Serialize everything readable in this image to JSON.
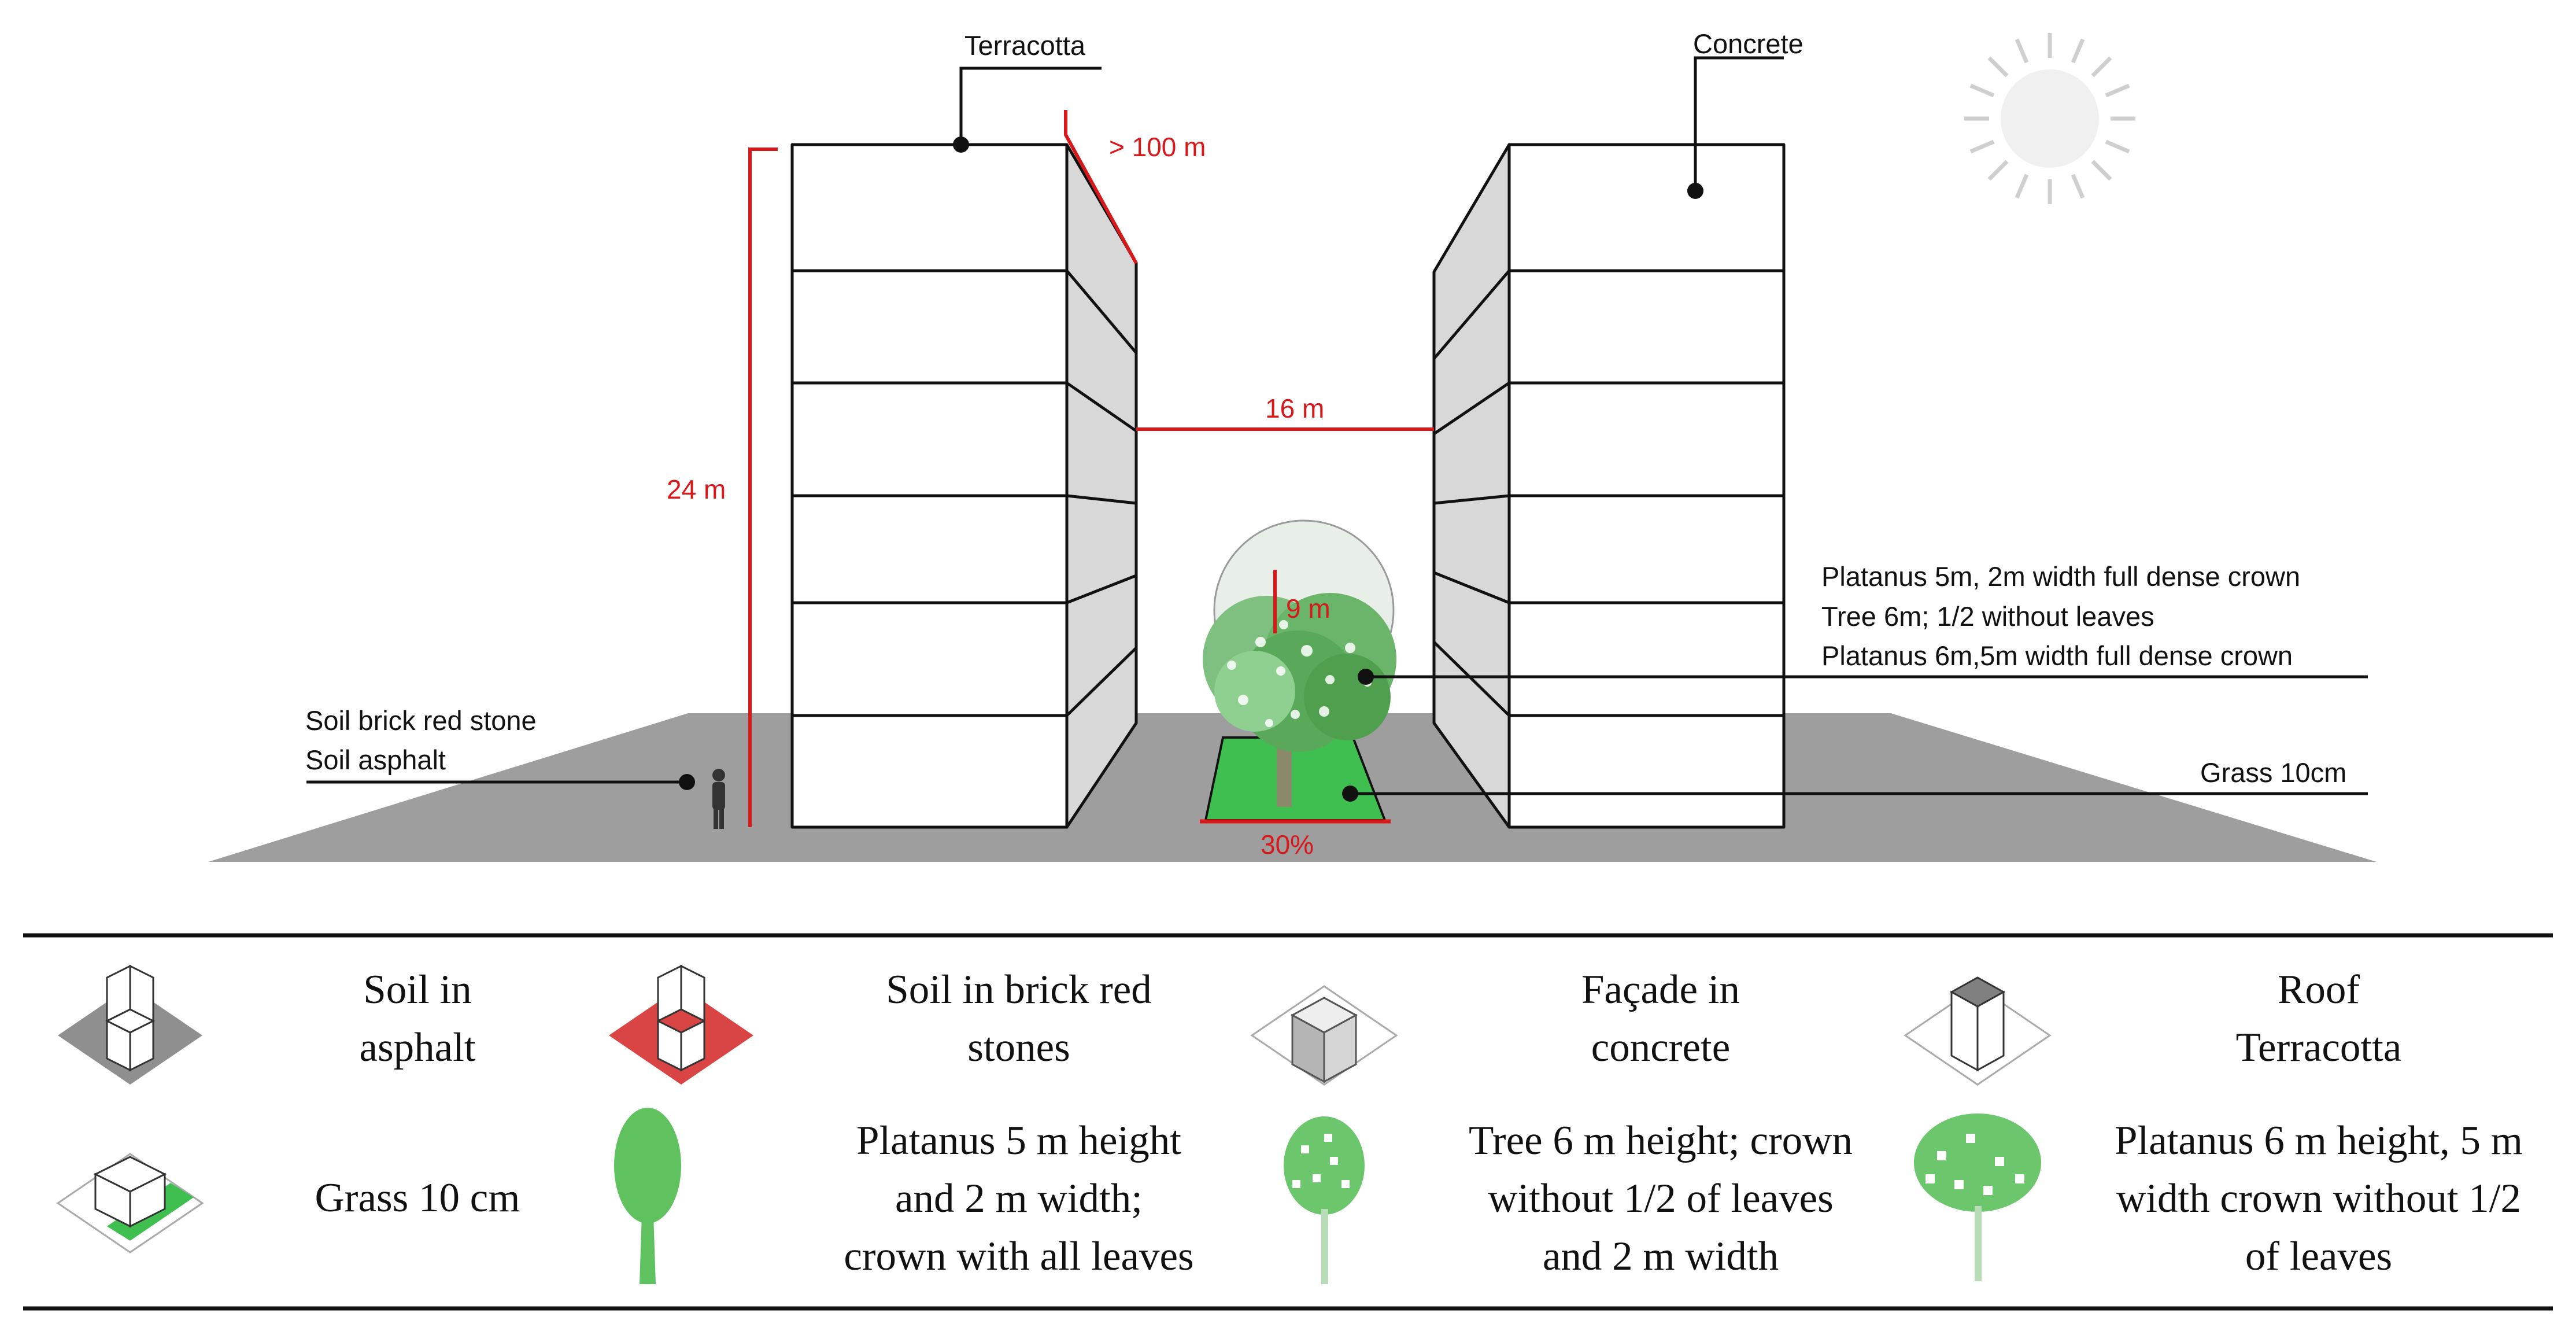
{
  "diagram": {
    "roof_material_label": "Terracotta",
    "facade_material_label": "Concrete",
    "building_depth_label": "> 100 m",
    "street_width_label": "16 m",
    "building_height_label": "24 m",
    "crown_height_label": "9 m",
    "grass_cover_label": "30%",
    "ground_labels": [
      "Soil brick red stone",
      "Soil asphalt"
    ],
    "tree_labels": [
      "Platanus 5m, 2m width full dense crown",
      "Tree 6m; 1/2 without leaves",
      "Platanus 6m,5m width full dense crown"
    ],
    "grass_label": "Grass 10cm"
  },
  "legend": {
    "items": [
      {
        "icon": "asphalt-soil-icon",
        "lines": [
          "Soil in",
          "asphalt"
        ]
      },
      {
        "icon": "brick-soil-icon",
        "lines": [
          "Soil in brick red",
          "stones"
        ]
      },
      {
        "icon": "concrete-facade-icon",
        "lines": [
          "Façade in",
          "concrete"
        ]
      },
      {
        "icon": "terracotta-roof-icon",
        "lines": [
          "Roof",
          "Terracotta"
        ]
      },
      {
        "icon": "grass-icon",
        "lines": [
          "Grass 10 cm"
        ]
      },
      {
        "icon": "dense-platanus-icon",
        "lines": [
          "Platanus 5 m height",
          "and 2 m width;",
          "crown with all leaves"
        ]
      },
      {
        "icon": "half-leaf-tree-icon",
        "lines": [
          "Tree 6 m height; crown",
          "without 1/2 of leaves",
          "and 2 m width"
        ]
      },
      {
        "icon": "wide-platanus-icon",
        "lines": [
          "Platanus 6 m height, 5 m",
          "width crown without 1/2",
          "of leaves"
        ]
      }
    ]
  },
  "colors": {
    "ground": "#9e9e9e",
    "asphalt": "#8f8f8f",
    "brick": "#d94545",
    "grass": "#3fbf4f",
    "tree_green": "#5fc25f",
    "dimension_red": "#d7191c",
    "facade_side": "#d8d8d8"
  }
}
